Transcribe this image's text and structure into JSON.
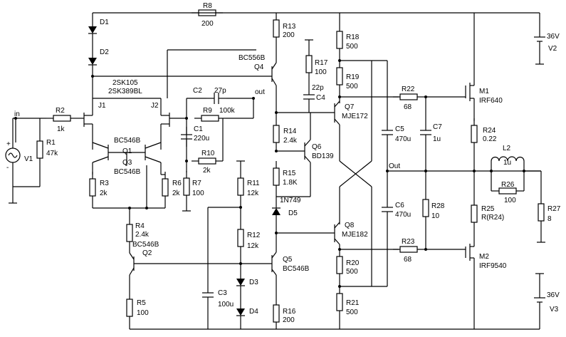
{
  "resistors": {
    "r1": {
      "ref": "R1",
      "val": "47k"
    },
    "r2": {
      "ref": "R2",
      "val": "1k"
    },
    "r3": {
      "ref": "R3",
      "val": "2k"
    },
    "r4": {
      "ref": "R4",
      "val": "2.4k"
    },
    "r5": {
      "ref": "R5",
      "val": "100"
    },
    "r6": {
      "ref": "R6",
      "val": "2k"
    },
    "r7": {
      "ref": "R7",
      "val": "100"
    },
    "r8": {
      "ref": "R8",
      "val": "200"
    },
    "r9": {
      "ref": "R9",
      "val": "100k"
    },
    "r10": {
      "ref": "R10",
      "val": "2k"
    },
    "r11": {
      "ref": "R11",
      "val": "12k"
    },
    "r12": {
      "ref": "R12",
      "val": "12k"
    },
    "r13": {
      "ref": "R13",
      "val": "200"
    },
    "r14": {
      "ref": "R14",
      "val": "2.4k"
    },
    "r15": {
      "ref": "R15",
      "val": "1.8K"
    },
    "r16": {
      "ref": "R16",
      "val": "200"
    },
    "r17": {
      "ref": "R17",
      "val": "100"
    },
    "r18": {
      "ref": "R18",
      "val": "500"
    },
    "r19": {
      "ref": "R19",
      "val": "500"
    },
    "r20": {
      "ref": "R20",
      "val": "500"
    },
    "r21": {
      "ref": "R21",
      "val": "500"
    },
    "r22": {
      "ref": "R22",
      "val": "68"
    },
    "r23": {
      "ref": "R23",
      "val": "68"
    },
    "r24": {
      "ref": "R24",
      "val": "0.22"
    },
    "r25": {
      "ref": "R25",
      "val": "R(R24)"
    },
    "r26": {
      "ref": "R26",
      "val": "100"
    },
    "r27": {
      "ref": "R27",
      "val": "8"
    },
    "r28": {
      "ref": "R28",
      "val": "10"
    }
  },
  "capacitors": {
    "c1": {
      "ref": "C1",
      "val": "220u"
    },
    "c2": {
      "ref": "C2",
      "val": "27p"
    },
    "c3": {
      "ref": "C3",
      "val": "100u"
    },
    "c4": {
      "ref": "C4",
      "val": "22p"
    },
    "c5": {
      "ref": "C5",
      "val": "470u"
    },
    "c6": {
      "ref": "C6",
      "val": "470u"
    },
    "c7": {
      "ref": "C7",
      "val": "1u"
    }
  },
  "diodes": {
    "d1": "D1",
    "d2": "D2",
    "d3": "D3",
    "d4": "D4",
    "d5": {
      "ref": "D5",
      "part": "1N749"
    }
  },
  "transistors": {
    "j1": "J1",
    "j2": "J2",
    "jfet_parts": [
      "2SK105",
      "2SK389BL"
    ],
    "q1": {
      "ref": "Q1",
      "part": "BC546B"
    },
    "q3": {
      "ref": "Q3",
      "part": "BC546B"
    },
    "q2": {
      "ref": "Q2",
      "part": "BC546B"
    },
    "q4": {
      "ref": "Q4",
      "part": "BC556B"
    },
    "q5": {
      "ref": "Q5",
      "part": "BC546B"
    },
    "q6": {
      "ref": "Q6",
      "part": "BD139"
    },
    "q7": {
      "ref": "Q7",
      "part": "MJE172"
    },
    "q8": {
      "ref": "Q8",
      "part": "MJE182"
    },
    "m1": {
      "ref": "M1",
      "part": "IRF640"
    },
    "m2": {
      "ref": "M2",
      "part": "IRF9540"
    }
  },
  "inductor": {
    "ref": "L2",
    "val": "1u"
  },
  "sources": {
    "v1": "V1",
    "v2": {
      "ref": "V2",
      "val": "36V"
    },
    "v3": {
      "ref": "V3",
      "val": "36V"
    }
  },
  "nets": {
    "in": "in",
    "out": "out",
    "Out": "Out"
  },
  "colors": {
    "line": "#000000",
    "background": "#ffffff"
  }
}
